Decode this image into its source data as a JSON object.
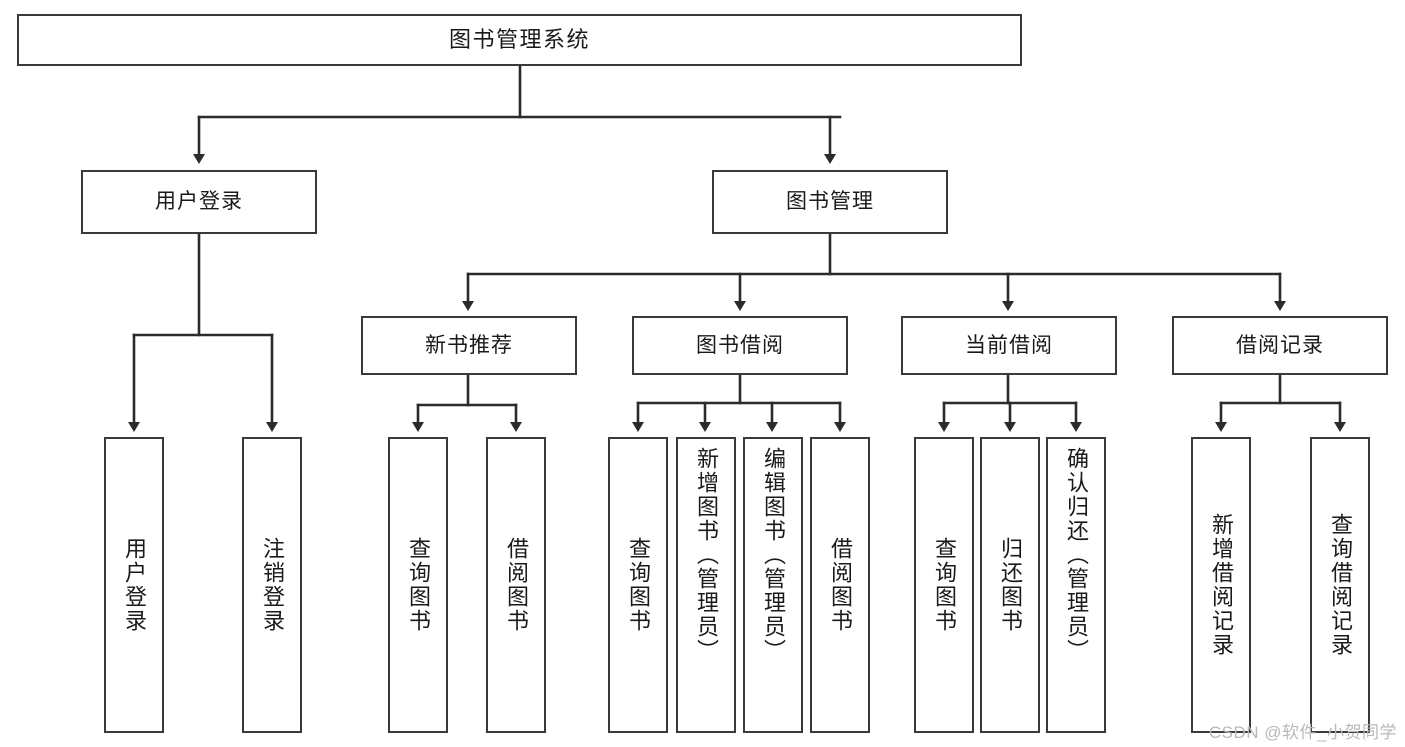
{
  "diagram": {
    "title": "图书管理系统",
    "type": "tree-hierarchy-chart",
    "root": {
      "label": "图书管理系统"
    },
    "level2": [
      {
        "label": "用户登录"
      },
      {
        "label": "图书管理"
      }
    ],
    "level3": [
      {
        "label": "新书推荐"
      },
      {
        "label": "图书借阅"
      },
      {
        "label": "当前借阅"
      },
      {
        "label": "借阅记录"
      }
    ],
    "leaves": {
      "user_login": [
        {
          "label": "用户登录"
        },
        {
          "label": "注销登录"
        }
      ],
      "new_book_recommend": [
        {
          "label": "查询图书"
        },
        {
          "label": "借阅图书"
        }
      ],
      "book_borrow": [
        {
          "label": "查询图书"
        },
        {
          "label": "新增图书（管理员）"
        },
        {
          "label": "编辑图书（管理员）"
        },
        {
          "label": "借阅图书"
        }
      ],
      "current_borrow": [
        {
          "label": "查询图书"
        },
        {
          "label": "归还图书"
        },
        {
          "label": "确认归还（管理员）"
        }
      ],
      "borrow_record": [
        {
          "label": "新增借阅记录"
        },
        {
          "label": "查询借阅记录"
        }
      ]
    }
  },
  "watermark": {
    "text": "CSDN @软件_小贺同学"
  },
  "colors": {
    "box_border": "#3a3a3a",
    "box_fill": "#ffffff",
    "connector": "#2b2b2b",
    "text": "#1a1a1a",
    "watermark": "#b9b9b9",
    "background": "#ffffff"
  }
}
